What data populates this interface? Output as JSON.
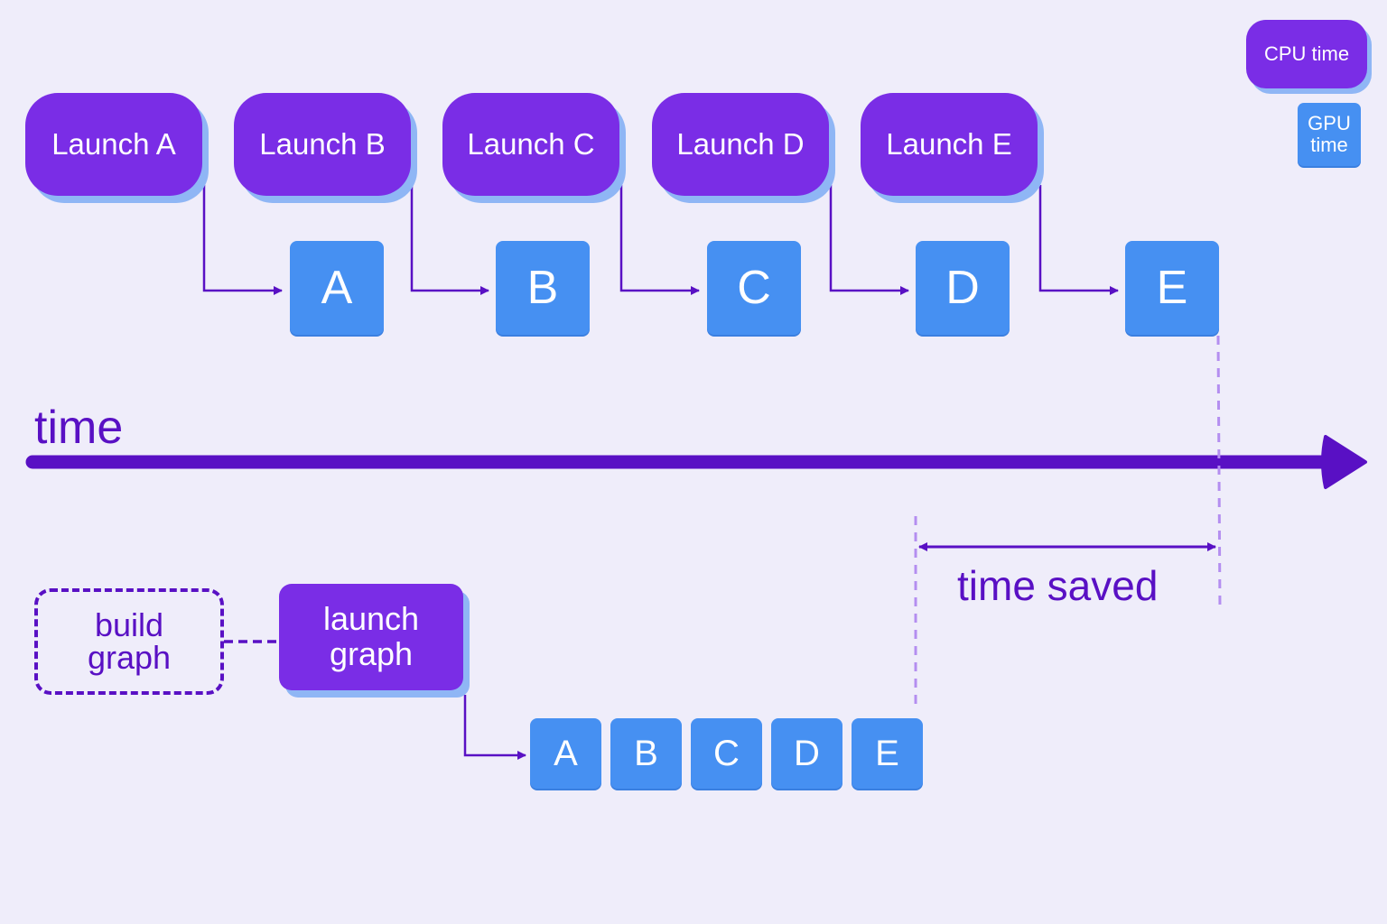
{
  "legend": {
    "cpu_label": "CPU time",
    "gpu_label": "GPU time"
  },
  "top_row": {
    "launches": [
      "Launch A",
      "Launch B",
      "Launch C",
      "Launch D",
      "Launch E"
    ],
    "kernels": [
      "A",
      "B",
      "C",
      "D",
      "E"
    ]
  },
  "timeline": {
    "label": "time"
  },
  "bottom_row": {
    "build_label": "build\ngraph",
    "launch_label": "launch\ngraph",
    "kernels": [
      "A",
      "B",
      "C",
      "D",
      "E"
    ],
    "time_saved_label": "time saved"
  },
  "colors": {
    "background": "#efedfa",
    "cpu_purple": "#7a2de6",
    "gpu_blue": "#4690f2",
    "arrow_dark_purple": "#5910c4",
    "dashed_lavender": "#b48ef0",
    "shadow_blue": "#8fb6f5"
  }
}
